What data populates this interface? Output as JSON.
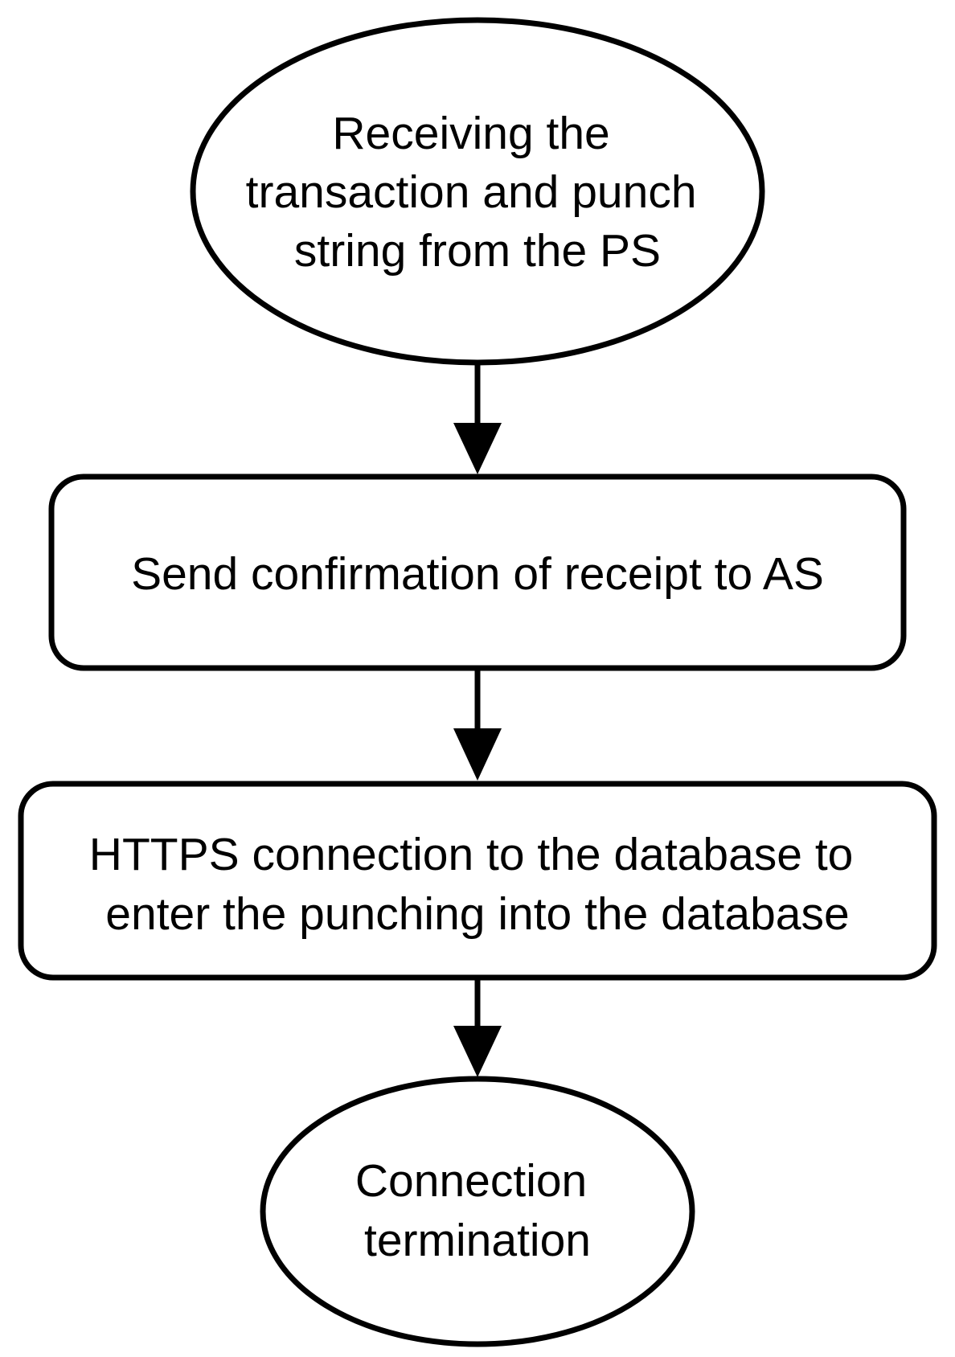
{
  "diagram": {
    "nodes": [
      {
        "id": "receive",
        "shape": "ellipse",
        "lines": [
          "Receiving the",
          "transaction and punch",
          "string from the PS"
        ]
      },
      {
        "id": "confirm",
        "shape": "rounded-rectangle",
        "lines": [
          "Send confirmation of receipt to AS"
        ]
      },
      {
        "id": "https",
        "shape": "rounded-rectangle",
        "lines": [
          "HTTPS connection to the database to",
          "enter the punching into the database"
        ]
      },
      {
        "id": "terminate",
        "shape": "ellipse",
        "lines": [
          "Connection",
          "termination"
        ]
      }
    ],
    "edges": [
      {
        "from": "receive",
        "to": "confirm"
      },
      {
        "from": "confirm",
        "to": "https"
      },
      {
        "from": "https",
        "to": "terminate"
      }
    ],
    "colors": {
      "stroke": "#000000",
      "fill": "#ffffff",
      "text": "#000000"
    }
  }
}
